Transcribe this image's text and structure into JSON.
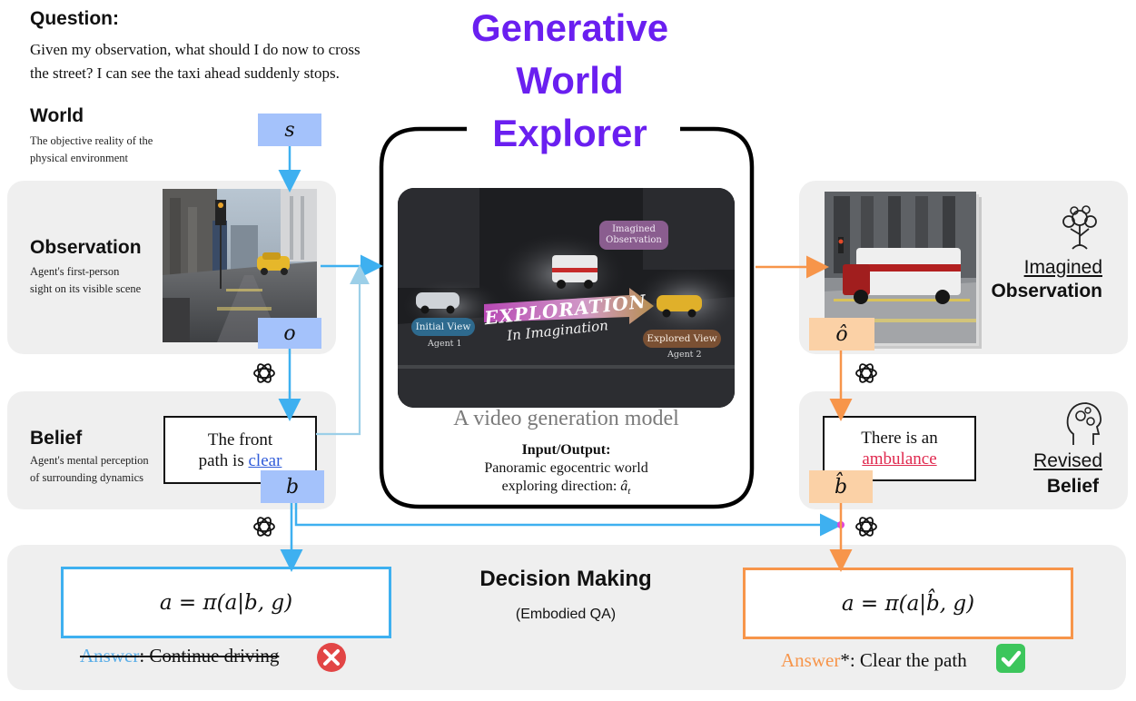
{
  "title": {
    "line1": "Generative",
    "line2": "World",
    "line3": "Explorer"
  },
  "question": {
    "label": "Question",
    "colon": ":",
    "line1": "Given my observation, what should I do now to cross",
    "line2": "the street? I can see the taxi ahead suddenly stops."
  },
  "world": {
    "label": "World",
    "desc1": "The objective reality of the",
    "desc2": "physical environment",
    "var": "s"
  },
  "observation": {
    "label": "Observation",
    "desc1": "Agent's first-person",
    "desc2": "sight on its visible scene",
    "var": "o"
  },
  "belief": {
    "label": "Belief",
    "desc1": "Agent's mental perception",
    "desc2": "of surrounding dynamics",
    "var": "b",
    "text1": "The front",
    "text2": "path is ",
    "highlight": "clear"
  },
  "center": {
    "tag_imagined": "Imagined Observation",
    "tag_initial": "Initial View",
    "agent1": "Agent 1",
    "tag_explored": "Explored View",
    "agent2": "Agent 2",
    "exploration": "EXPLORATION",
    "in_imagination": "In Imagination",
    "model_label": "A video generation  model",
    "io_label": "Input/Output:",
    "io_line1": "Panoramic egocentric world",
    "io_line2": "exploring direction: ",
    "io_var": "â",
    "io_sub": "t"
  },
  "imagined": {
    "label1": "Imagined",
    "label2": "Observation",
    "var": "ô"
  },
  "revised": {
    "label1": "Revised",
    "label2": "Belief",
    "text1": "There is an",
    "highlight": "ambulance",
    "var": "b̂"
  },
  "decision": {
    "title": "Decision Making",
    "subtitle": "(Embodied QA)",
    "formula_left_lhs": "a",
    "formula_left_rhs": "= π(a|b, g)",
    "formula_right_rhs": "= π(a|b̂, g)",
    "answer_left_label": "Answer",
    "answer_left_text": ": Continue driving",
    "answer_right_label": "Answer",
    "answer_right_text": "*: Clear the path"
  },
  "colors": {
    "purple": "#6a1ff0",
    "blue": "#3eb0f0",
    "orange": "#f7954a",
    "red_text": "#e0294f",
    "link_blue": "#2f5bd9"
  }
}
